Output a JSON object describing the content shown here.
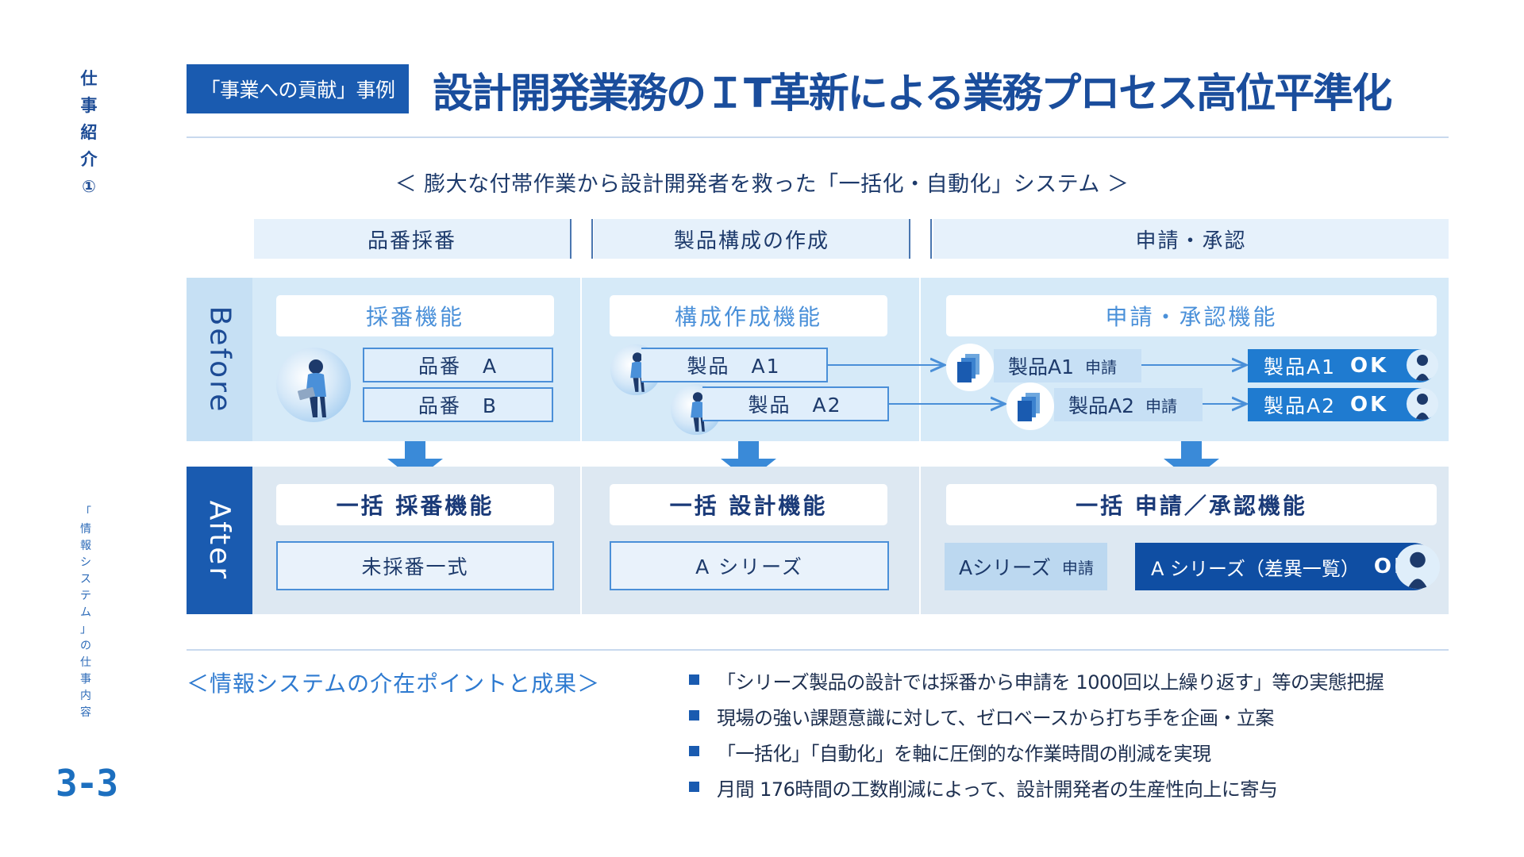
{
  "side": {
    "vertical_title": [
      "仕",
      "事",
      "紹",
      "介",
      "①"
    ],
    "vertical_sub": [
      "「",
      "情",
      "報",
      "シ",
      "ス",
      "テ",
      "ム",
      "」",
      "の",
      "仕",
      "事",
      "内",
      "容"
    ],
    "page_number": "3-3"
  },
  "header": {
    "tag": "「事業への貢献」事例",
    "title": "設計開発業務のＩT革新による業務プロセス高位平準化"
  },
  "subtitle": "＜ 膨大な付帯作業から設計開発者を救った「一括化・自動化」システム ＞",
  "categories": [
    "品番採番",
    "製品構成の作成",
    "申請・承認"
  ],
  "before": {
    "label": "Before",
    "functions": [
      "採番機能",
      "構成作成機能",
      "申請・承認機能"
    ],
    "part_numbers": [
      "品番　A",
      "品番　B"
    ],
    "products": [
      "製品　A1",
      "製品　A2"
    ],
    "applications": [
      {
        "name": "製品A1",
        "action": "申請"
      },
      {
        "name": "製品A2",
        "action": "申請"
      }
    ],
    "approvals": [
      {
        "name": "製品A1",
        "status": "OK"
      },
      {
        "name": "製品A2",
        "status": "OK"
      }
    ]
  },
  "after": {
    "label": "After",
    "functions": [
      "一括 採番機能",
      "一括 設計機能",
      "一括 申請／承認機能"
    ],
    "outputs": [
      "未採番一式",
      "A シリーズ"
    ],
    "application": {
      "name": "Aシリーズ",
      "action": "申請"
    },
    "approval": {
      "name": "A シリーズ（差異一覧）",
      "status": "OK"
    }
  },
  "points": {
    "title": "＜情報システムの介在ポイントと成果＞",
    "items": [
      "「シリーズ製品の設計では採番から申請を 1000回以上繰り返す」等の実態把握",
      "現場の強い課題意識に対して、ゼロベースから打ち手を企画・立案",
      "「一括化」「自動化」を軸に圧倒的な作業時間の削減を実現",
      "月間 176時間の工数削減によって、設計開発者の生産性向上に寄与"
    ]
  },
  "colors": {
    "brand": "#1a5bb0",
    "before_bg": "#d6eaf8",
    "after_bg": "#dde8f2",
    "accent": "#1f7bd0"
  }
}
